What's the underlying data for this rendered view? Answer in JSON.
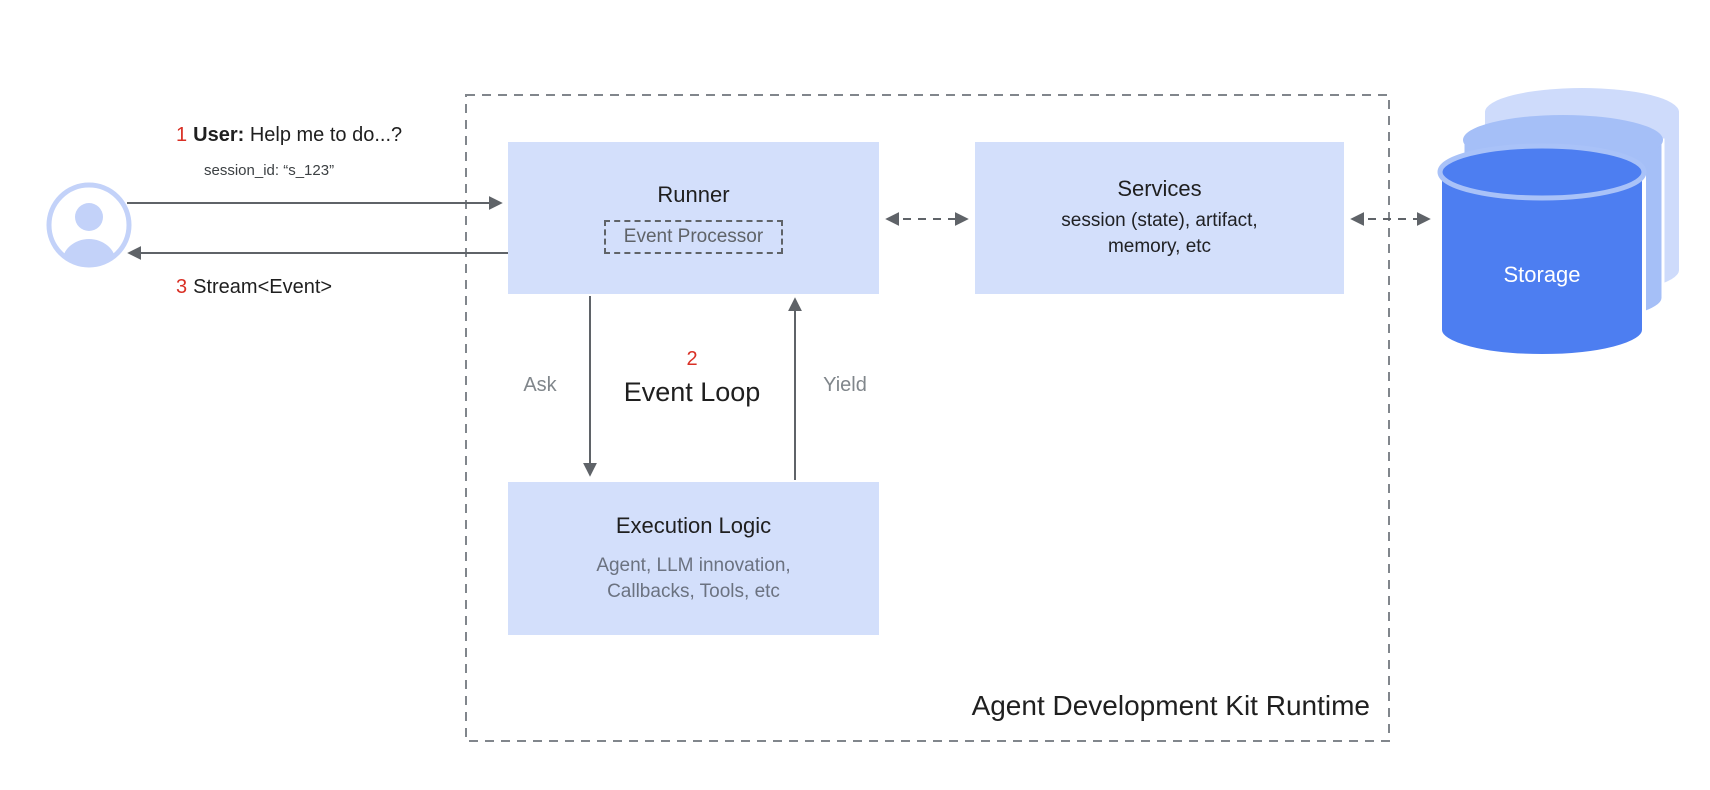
{
  "user": {
    "step_number": "1",
    "speaker": "User:",
    "message": "Help me to do...?",
    "session": "session_id: “s_123”",
    "stream_step_number": "3",
    "stream_text": "Stream<Event>"
  },
  "runtime": {
    "label": "Agent Development Kit Runtime",
    "runner": {
      "title": "Runner",
      "event_processor_label": "Event Processor"
    },
    "services": {
      "title": "Services",
      "line1": "session (state), artifact,",
      "line2": "memory, etc"
    },
    "execution_logic": {
      "title": "Execution Logic",
      "line1": "Agent, LLM innovation,",
      "line2": "Callbacks, Tools, etc"
    },
    "event_loop": {
      "step_number": "2",
      "label": "Event Loop",
      "ask": "Ask",
      "yield": "Yield"
    }
  },
  "storage": {
    "label": "Storage"
  },
  "colors": {
    "box_fill": "#d3dffb",
    "accent_red": "#d93025",
    "gray_text": "#80868b",
    "dark_text": "#1f1f1f",
    "arrow_gray": "#5f6368",
    "storage_front": "#4d7ef1",
    "storage_middle": "#a5bff7",
    "storage_back": "#cedbfb"
  }
}
